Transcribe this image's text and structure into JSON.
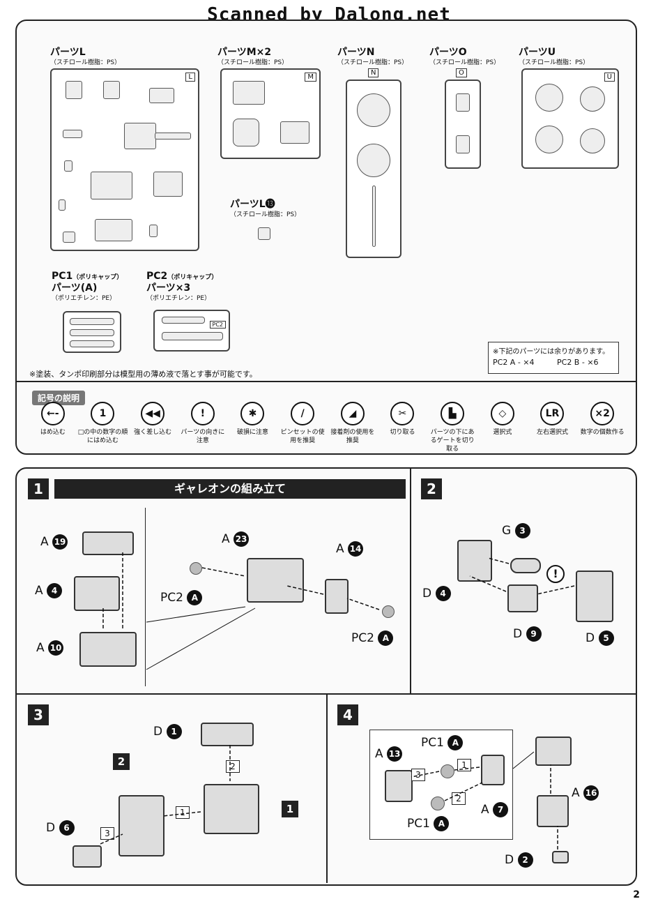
{
  "watermark": "Scanned by Dalong.net",
  "parts": {
    "L": {
      "title": "パーツL",
      "material": "（スチロール樹脂：PS）",
      "letter": "L"
    },
    "M": {
      "title": "パーツM×2",
      "material": "（スチロール樹脂：PS）",
      "letter": "M"
    },
    "N": {
      "title": "パーツN",
      "material": "（スチロール樹脂：PS）",
      "letter": "N"
    },
    "O": {
      "title": "パーツO",
      "material": "（スチロール樹脂：PS）",
      "letter": "O"
    },
    "U": {
      "title": "パーツU",
      "material": "（スチロール樹脂：PS）",
      "letter": "U"
    },
    "L13": {
      "title": "パーツL⓭",
      "material": "（スチロール樹脂：PS）"
    },
    "PC1": {
      "title_top": "PC1",
      "title_top_sub": "（ポリキャップ）",
      "title": "パーツ(A)",
      "material": "（ポリエチレン：PE）"
    },
    "PC2": {
      "title_top": "PC2",
      "title_top_sub": "（ポリキャップ）",
      "title": "パーツ×3",
      "material": "（ポリエチレン：PE）",
      "letter": "PC2"
    }
  },
  "spare_note": {
    "line1": "※下記のパーツには余りがあります。",
    "pc2a": "PC2 A - ×4",
    "pc2b": "PC2 B - ×6"
  },
  "paint_note": "※塗装、タンポ印刷部分は模型用の薄め液で落とす事が可能です。",
  "legend": {
    "title": "記号の説明",
    "items": [
      {
        "label": "はめ込む",
        "icon": "dashed-arrow"
      },
      {
        "label": "□の中の数字の順にはめ込む",
        "icon": "1"
      },
      {
        "label": "強く差し込む",
        "icon": "arrow"
      },
      {
        "label": "パーツの向きに注意",
        "icon": "!"
      },
      {
        "label": "破損に注意",
        "icon": "✱"
      },
      {
        "label": "ピンセットの使用を推奨",
        "icon": "/"
      },
      {
        "label": "接着剤の使用を推奨",
        "icon": "◢"
      },
      {
        "label": "切り取る",
        "icon": "✂"
      },
      {
        "label": "パーツの下にあるゲートを切り取る",
        "icon": "▙"
      },
      {
        "label": "選択式",
        "icon": "◇"
      },
      {
        "label": "左右選択式",
        "icon": "LR"
      },
      {
        "label": "数字の個数作る",
        "icon": "×2"
      }
    ]
  },
  "steps": {
    "s1": {
      "num": "1",
      "title": "ギャレオンの組み立て",
      "labels": {
        "a19": "A",
        "a19n": "19",
        "a4": "A",
        "a4n": "4",
        "a10": "A",
        "a10n": "10",
        "a23": "A",
        "a23n": "23",
        "a14": "A",
        "a14n": "14",
        "pc2a1": "PC2",
        "pc2a1n": "A",
        "pc2a2": "PC2",
        "pc2a2n": "A"
      }
    },
    "s2": {
      "num": "2",
      "labels": {
        "g3": "G",
        "g3n": "3",
        "d4": "D",
        "d4n": "4",
        "d9": "D",
        "d9n": "9",
        "d5": "D",
        "d5n": "5"
      }
    },
    "s3": {
      "num": "3",
      "labels": {
        "d1": "D",
        "d1n": "1",
        "d6": "D",
        "d6n": "6",
        "ref2": "2",
        "ref1": "1",
        "seq1": "1",
        "seq2": "2",
        "seq3": "3"
      }
    },
    "s4": {
      "num": "4",
      "labels": {
        "a13": "A",
        "a13n": "13",
        "pc1a1": "PC1",
        "pc1a1n": "A",
        "pc1a2": "PC1",
        "pc1a2n": "A",
        "a7": "A",
        "a7n": "7",
        "a16": "A",
        "a16n": "16",
        "d2": "D",
        "d2n": "2",
        "seq1": "1",
        "seq2": "2",
        "seq3": "3"
      }
    }
  },
  "page_number": "2"
}
